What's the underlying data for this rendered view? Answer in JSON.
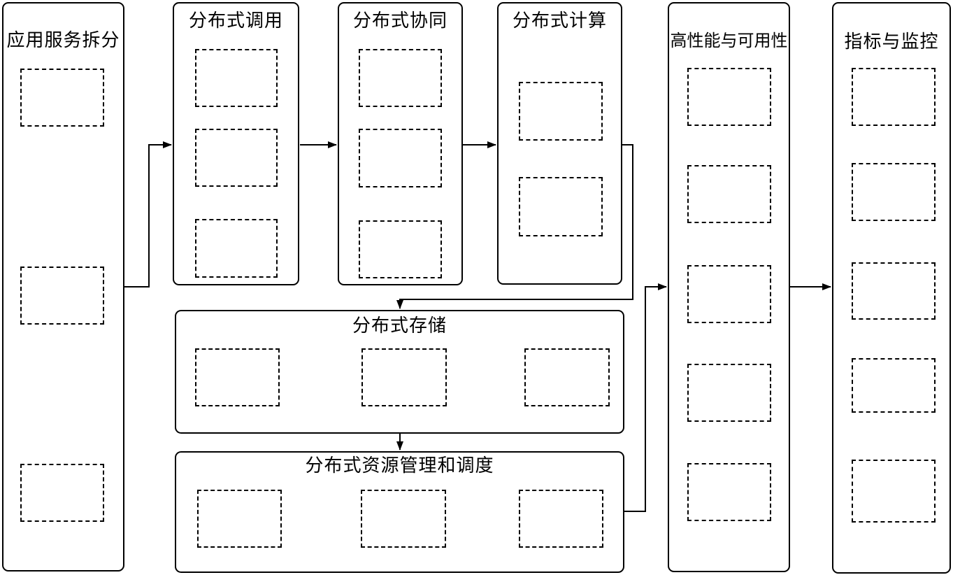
{
  "diagram": {
    "colors": {
      "line": "#000000",
      "background": "#ffffff"
    },
    "columns": {
      "app_split": {
        "label": "应用服务拆分",
        "placeholder_count": 3
      },
      "dist_call": {
        "label": "分布式调用",
        "placeholder_count": 3
      },
      "dist_coord": {
        "label": "分布式协同",
        "placeholder_count": 3
      },
      "dist_compute": {
        "label": "分布式计算",
        "placeholder_count": 2
      },
      "high_perf": {
        "label": "高性能与可用性",
        "placeholder_count": 5
      },
      "metrics": {
        "label": "指标与监控",
        "placeholder_count": 5
      }
    },
    "banners": {
      "dist_storage": {
        "label": "分布式存储",
        "placeholder_count": 3
      },
      "dist_resource": {
        "label": "分布式资源管理和调度",
        "placeholder_count": 3
      }
    }
  }
}
